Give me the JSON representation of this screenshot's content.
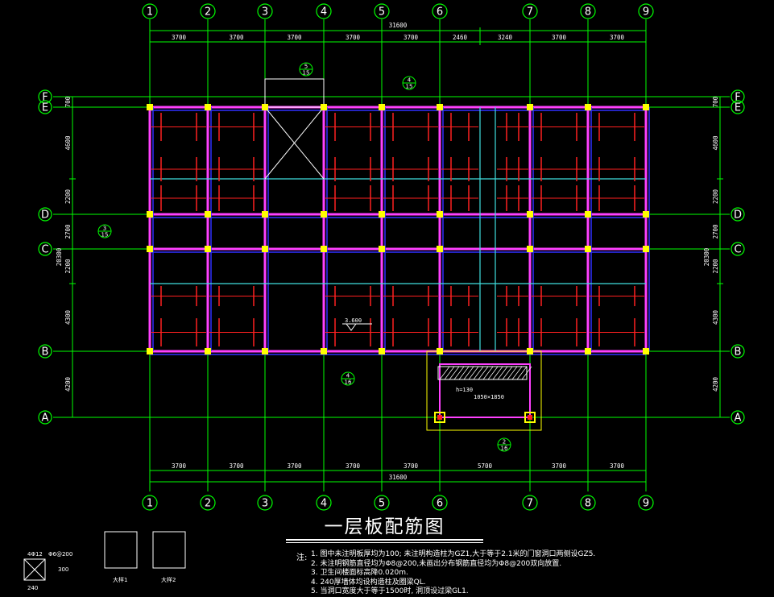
{
  "drawing": {
    "title": "一层板配筋图",
    "elevation_label": "3.600",
    "slab_label": "h=130",
    "stair_label": "1050×1850"
  },
  "grid_columns": [
    "1",
    "2",
    "3",
    "4",
    "5",
    "6",
    "7",
    "8",
    "9"
  ],
  "grid_rows": [
    "F",
    "E",
    "D",
    "C",
    "B",
    "A"
  ],
  "top_dims": [
    "3700",
    "3700",
    "3700",
    "3700",
    "3700",
    "2460",
    "3240",
    "3700",
    "3700"
  ],
  "bottom_dims": [
    "3700",
    "3700",
    "3700",
    "3700",
    "3700",
    "5700",
    "3700",
    "3700"
  ],
  "total_width": "31600",
  "left_dims": [
    "700",
    "4600",
    "2200",
    "2700",
    "2200",
    "4300",
    "4200"
  ],
  "total_height": "20300",
  "detail_bubbles": [
    {
      "num": "5",
      "sheet": "15"
    },
    {
      "num": "4",
      "sheet": "15"
    },
    {
      "num": "3",
      "sheet": "15"
    },
    {
      "num": "4",
      "sheet": "16"
    },
    {
      "num": "2",
      "sheet": "16"
    }
  ],
  "notes": {
    "label": "注:",
    "lines": [
      "1. 图中未注明板厚均为100; 未注明构造柱为GZ1,大于等于2.1米的门窗洞口两侧设GZ5.",
      "2. 未注明钢筋直径均为Φ8@200,未画出分布钢筋直径均为Φ8@200双向放置.",
      "3. 卫生间楼面标高降0.020m.",
      "4. 240厚墙体均设构造柱及圈梁QL.",
      "5. 当洞口宽度大于等于1500时, 洞顶设过梁GL1."
    ]
  },
  "detail_labels": [
    "240",
    "300",
    "4Φ12",
    "Φ6@200",
    "大样1",
    "大样2"
  ]
}
